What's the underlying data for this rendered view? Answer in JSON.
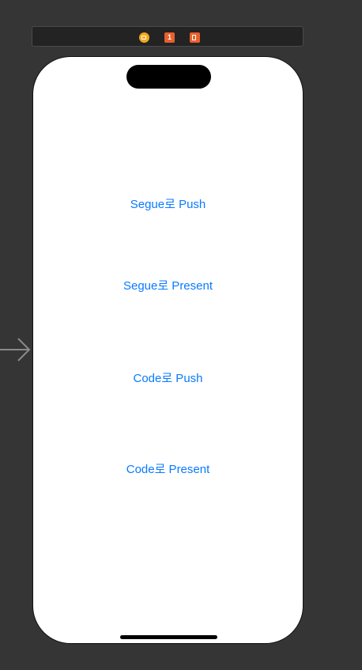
{
  "dock": {
    "icons": [
      "view-controller-icon",
      "first-responder-icon",
      "exit-icon"
    ],
    "colors": {
      "view_controller": "#f3a81e",
      "first_responder": "#e8602c",
      "exit": "#e8602c"
    }
  },
  "canvas": {
    "background": "#353535",
    "entry_point_icon": "entry-point-arrow-icon"
  },
  "screen": {
    "background": "#ffffff",
    "button_color": "#0a7aff",
    "buttons": [
      {
        "label": "Segue로 Push"
      },
      {
        "label": "Segue로 Present"
      },
      {
        "label": "Code로 Push"
      },
      {
        "label": "Code로 Present"
      }
    ]
  }
}
